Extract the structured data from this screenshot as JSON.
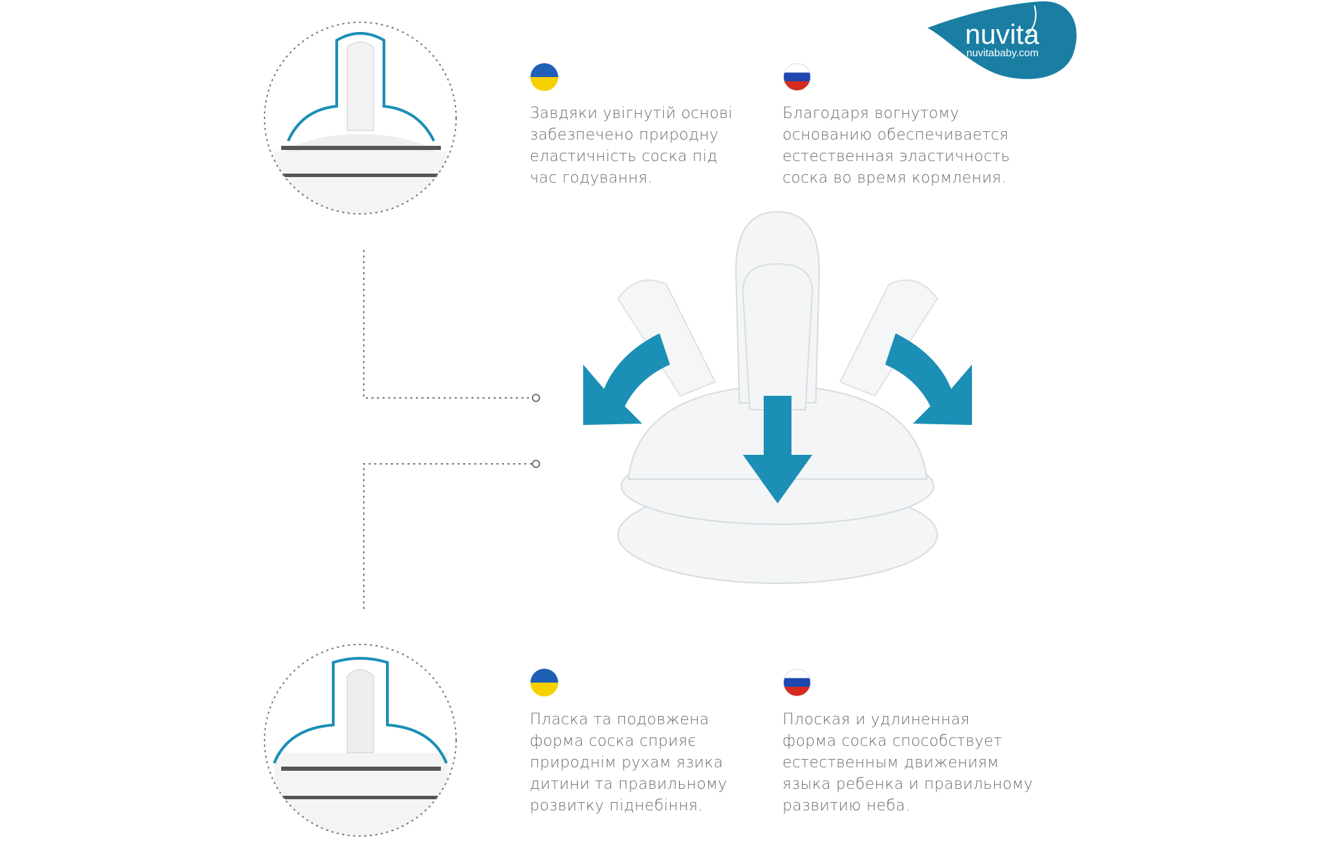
{
  "brand": {
    "name": "nuvita",
    "url": "nuvitababy.com",
    "color": "#1a7ea3"
  },
  "accent_color": "#1b8fb5",
  "top": {
    "ua": {
      "flag": "ukraine-flag",
      "lines": [
        "Завдяки увігнутій основі",
        "забезпечено природну",
        "еластичність соска під",
        "час годування."
      ]
    },
    "ru": {
      "flag": "russia-flag",
      "lines": [
        "Благодаря вогнутому",
        "основанию обеспечивается",
        "естественная эластичность",
        "соска во время кормления."
      ]
    }
  },
  "bottom": {
    "ua": {
      "flag": "ukraine-flag",
      "lines": [
        "Пласка та подовжена",
        "форма соска сприяє",
        "природнім рухам язика",
        "дитини та правильному",
        "розвитку піднебіння."
      ]
    },
    "ru": {
      "flag": "russia-flag",
      "lines": [
        "Плоская и удлиненная",
        "форма соска способствует",
        "естественным движениям",
        "языка ребенка и правильному",
        "развитию неба."
      ]
    }
  }
}
